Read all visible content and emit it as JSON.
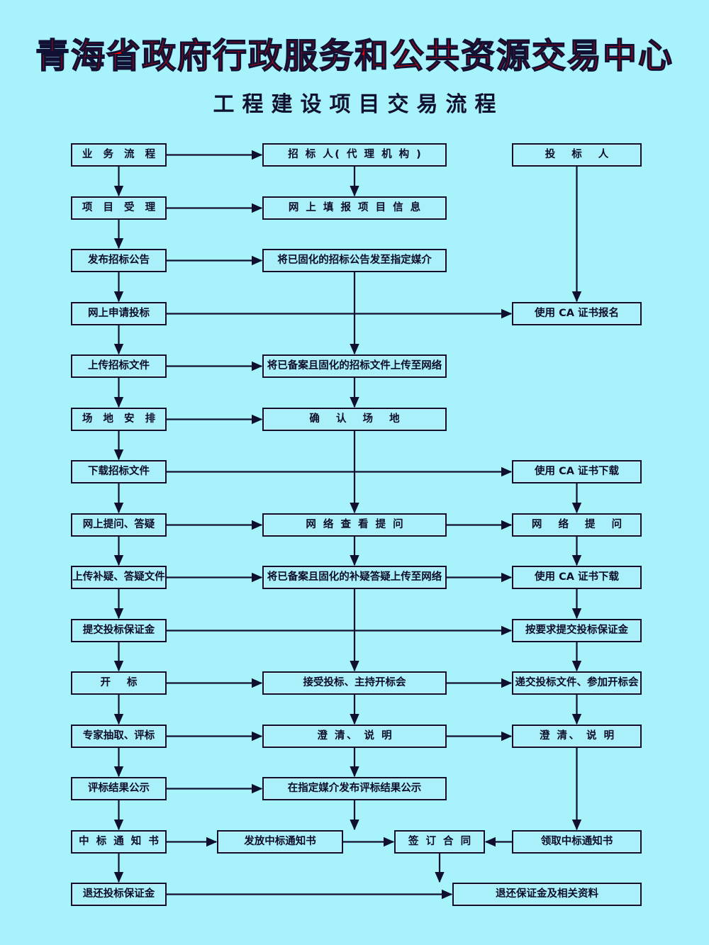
{
  "header": {
    "title_main": "青海省政府行政服务和公共资源交易中心",
    "title_sub": "工程建设项目交易流程",
    "title_color": "#ff0000",
    "subtitle_color": "#101030",
    "background_color": "#a8f2fc"
  },
  "diagram": {
    "type": "flowchart",
    "columns": [
      {
        "key": "left",
        "header": "业务流程"
      },
      {
        "key": "middle",
        "header": "招标人（代理机构）"
      },
      {
        "key": "right",
        "header": "投  标  人"
      }
    ],
    "nodes": [
      {
        "id": "n1",
        "col": "left",
        "row": 1,
        "label": "业 务 流 程"
      },
      {
        "id": "n2",
        "col": "middle",
        "row": 1,
        "label": "招 标 人( 代 理 机 构 )"
      },
      {
        "id": "n3",
        "col": "right",
        "row": 1,
        "label": "投   标   人"
      },
      {
        "id": "n4",
        "col": "left",
        "row": 2,
        "label": "项 目 受 理"
      },
      {
        "id": "n5",
        "col": "middle",
        "row": 2,
        "label": "网 上 填 报 项 目 信 息"
      },
      {
        "id": "n6",
        "col": "left",
        "row": 3,
        "label": "发布招标公告"
      },
      {
        "id": "n7",
        "col": "middle",
        "row": 3,
        "label": "将已固化的招标公告发至指定媒介"
      },
      {
        "id": "n8",
        "col": "left",
        "row": 4,
        "label": "网上申请投标"
      },
      {
        "id": "n9",
        "col": "right",
        "row": 4,
        "label": "使用 CA 证书报名"
      },
      {
        "id": "n10",
        "col": "left",
        "row": 5,
        "label": "上传招标文件"
      },
      {
        "id": "n11",
        "col": "middle",
        "row": 5,
        "label": "将已备案且固化的招标文件上传至网络"
      },
      {
        "id": "n12",
        "col": "left",
        "row": 6,
        "label": "场 地 安 排"
      },
      {
        "id": "n13",
        "col": "middle",
        "row": 6,
        "label": "确  认  场  地"
      },
      {
        "id": "n14",
        "col": "left",
        "row": 7,
        "label": "下载招标文件"
      },
      {
        "id": "n15",
        "col": "right",
        "row": 7,
        "label": "使用 CA 证书下载"
      },
      {
        "id": "n16",
        "col": "left",
        "row": 8,
        "label": "网上提问、答疑"
      },
      {
        "id": "n17",
        "col": "middle",
        "row": 8,
        "label": "网 络 查 看 提 问"
      },
      {
        "id": "n18",
        "col": "right",
        "row": 8,
        "label": "网  络  提  问"
      },
      {
        "id": "n19",
        "col": "left",
        "row": 9,
        "label": "上传补疑、答疑文件"
      },
      {
        "id": "n20",
        "col": "middle",
        "row": 9,
        "label": "将已备案且固化的补疑答疑上传至网络"
      },
      {
        "id": "n21",
        "col": "right",
        "row": 9,
        "label": "使用 CA 证书下载"
      },
      {
        "id": "n22",
        "col": "left",
        "row": 10,
        "label": "提交投标保证金"
      },
      {
        "id": "n23",
        "col": "right",
        "row": 10,
        "label": "按要求提交投标保证金"
      },
      {
        "id": "n24",
        "col": "left",
        "row": 11,
        "label": "开    标"
      },
      {
        "id": "n25",
        "col": "middle",
        "row": 11,
        "label": "接受投标、主持开标会"
      },
      {
        "id": "n26",
        "col": "right",
        "row": 11,
        "label": "递交投标文件、参加开标会"
      },
      {
        "id": "n27",
        "col": "left",
        "row": 12,
        "label": "专家抽取、评标"
      },
      {
        "id": "n28",
        "col": "middle",
        "row": 12,
        "label": "澄 清、 说 明"
      },
      {
        "id": "n29",
        "col": "right",
        "row": 12,
        "label": "澄 清、 说 明"
      },
      {
        "id": "n30",
        "col": "left",
        "row": 13,
        "label": "评标结果公示"
      },
      {
        "id": "n31",
        "col": "middle",
        "row": 13,
        "label": "在指定媒介发布评标结果公示"
      },
      {
        "id": "n32",
        "col": "left",
        "row": 14,
        "label": "中 标 通 知 书"
      },
      {
        "id": "n33",
        "col": "mid-a",
        "row": 14,
        "label": "发放中标通知书"
      },
      {
        "id": "n34",
        "col": "mid-b",
        "row": 14,
        "label": "签 订 合 同"
      },
      {
        "id": "n35",
        "col": "right",
        "row": 14,
        "label": "领取中标通知书"
      },
      {
        "id": "n36",
        "col": "left",
        "row": 15,
        "label": "退还投标保证金"
      },
      {
        "id": "n37",
        "col": "wide-r",
        "row": 15,
        "label": "退还保证金及相关资料"
      }
    ],
    "edges": [
      {
        "from": "n1",
        "to": "n2",
        "dir": "right"
      },
      {
        "from": "n1",
        "to": "n4",
        "dir": "down"
      },
      {
        "from": "n2",
        "to": "n5",
        "dir": "down"
      },
      {
        "from": "n3",
        "to": "n9",
        "dir": "down"
      },
      {
        "from": "n4",
        "to": "n5",
        "dir": "right"
      },
      {
        "from": "n4",
        "to": "n6",
        "dir": "down"
      },
      {
        "from": "n6",
        "to": "n7",
        "dir": "right"
      },
      {
        "from": "n6",
        "to": "n8",
        "dir": "down"
      },
      {
        "from": "n7",
        "to": "n11",
        "dir": "down"
      },
      {
        "from": "n8",
        "to": "n9",
        "dir": "right"
      },
      {
        "from": "n8",
        "to": "n10",
        "dir": "down"
      },
      {
        "from": "n10",
        "to": "n11",
        "dir": "right"
      },
      {
        "from": "n10",
        "to": "n12",
        "dir": "down"
      },
      {
        "from": "n11",
        "to": "n13",
        "dir": "down"
      },
      {
        "from": "n12",
        "to": "n13",
        "dir": "right"
      },
      {
        "from": "n12",
        "to": "n14",
        "dir": "down"
      },
      {
        "from": "n14",
        "to": "n15",
        "dir": "right"
      },
      {
        "from": "n14",
        "to": "n16",
        "dir": "down"
      },
      {
        "from": "n13",
        "to": "n17",
        "dir": "down"
      },
      {
        "from": "n15",
        "to": "n18",
        "dir": "down"
      },
      {
        "from": "n16",
        "to": "n17",
        "dir": "right"
      },
      {
        "from": "n16",
        "to": "n19",
        "dir": "down"
      },
      {
        "from": "n17",
        "to": "n18",
        "dir": "right"
      },
      {
        "from": "n17",
        "to": "n20",
        "dir": "down"
      },
      {
        "from": "n18",
        "to": "n21",
        "dir": "down"
      },
      {
        "from": "n19",
        "to": "n20",
        "dir": "right"
      },
      {
        "from": "n19",
        "to": "n22",
        "dir": "down"
      },
      {
        "from": "n20",
        "to": "n21",
        "dir": "right"
      },
      {
        "from": "n20",
        "to": "n25",
        "dir": "down"
      },
      {
        "from": "n21",
        "to": "n23",
        "dir": "down"
      },
      {
        "from": "n22",
        "to": "n23",
        "dir": "right"
      },
      {
        "from": "n22",
        "to": "n24",
        "dir": "down"
      },
      {
        "from": "n23",
        "to": "n26",
        "dir": "down"
      },
      {
        "from": "n24",
        "to": "n25",
        "dir": "right"
      },
      {
        "from": "n24",
        "to": "n27",
        "dir": "down"
      },
      {
        "from": "n25",
        "to": "n26",
        "dir": "right"
      },
      {
        "from": "n25",
        "to": "n28",
        "dir": "down"
      },
      {
        "from": "n26",
        "to": "n29",
        "dir": "down"
      },
      {
        "from": "n27",
        "to": "n28",
        "dir": "right"
      },
      {
        "from": "n27",
        "to": "n30",
        "dir": "down"
      },
      {
        "from": "n28",
        "to": "n29",
        "dir": "right"
      },
      {
        "from": "n28",
        "to": "n31",
        "dir": "down"
      },
      {
        "from": "n29",
        "to": "n35",
        "dir": "down"
      },
      {
        "from": "n30",
        "to": "n31",
        "dir": "right"
      },
      {
        "from": "n30",
        "to": "n32",
        "dir": "down"
      },
      {
        "from": "n31",
        "to": "n33",
        "dir": "down"
      },
      {
        "from": "n32",
        "to": "n33",
        "dir": "right"
      },
      {
        "from": "n32",
        "to": "n36",
        "dir": "down"
      },
      {
        "from": "n33",
        "to": "n34",
        "dir": "right"
      },
      {
        "from": "n35",
        "to": "n34",
        "dir": "left"
      },
      {
        "from": "n34",
        "to": "n37",
        "dir": "down"
      },
      {
        "from": "n36",
        "to": "n37",
        "dir": "right"
      }
    ]
  }
}
